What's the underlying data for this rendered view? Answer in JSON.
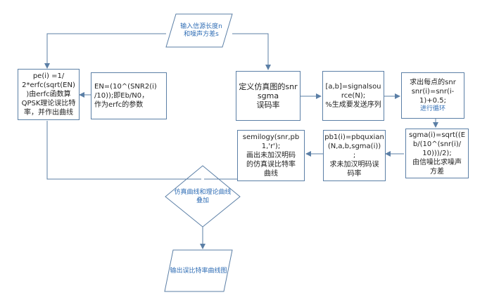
{
  "diagram": {
    "start_input": "输入信源长度n\n和噪声方差s",
    "theory_box": "pe(i) =1/\n2*erfc(sqrt(EN)\n)由erfc函数算\nQPSK理论误比特\n率，并作出曲线",
    "en_box": "EN=(10^(SNR2(i)\n/10));即Eb/N0，\n作为erfc的参数",
    "define_box": "定义仿真图的snr\nsgma\n误码率",
    "signal_box": "[a,b]=signalsou\nrce(N);\n%生成要发送序列",
    "snr_loop_box_main": "求出每点的snr\nsnr(i)=snr(i-\n1)+0.5;",
    "snr_loop_box_note": "进行循环",
    "sgma_box": "sgma(i)=sqrt((E\nb/(10^(snr(i)/\n10)))/2);\n由信噪比求噪声\n方差",
    "pb1_box": "pb1(i)=pbquxian\n(N,a,b,sgma(i))\n;\n求未加汉明码误\n码率",
    "semilogy_box": "semilogy(snr,pb\n1,'r');\n画出未加汉明码\n的仿真误比特率\n曲线",
    "decision": "仿真曲线和理论曲线\n叠加",
    "end_output": "输出误比特率曲线图"
  },
  "colors": {
    "box_border": "#5b7fa6",
    "arrow": "#5b7fa6",
    "accent_text": "#2f6db5"
  }
}
